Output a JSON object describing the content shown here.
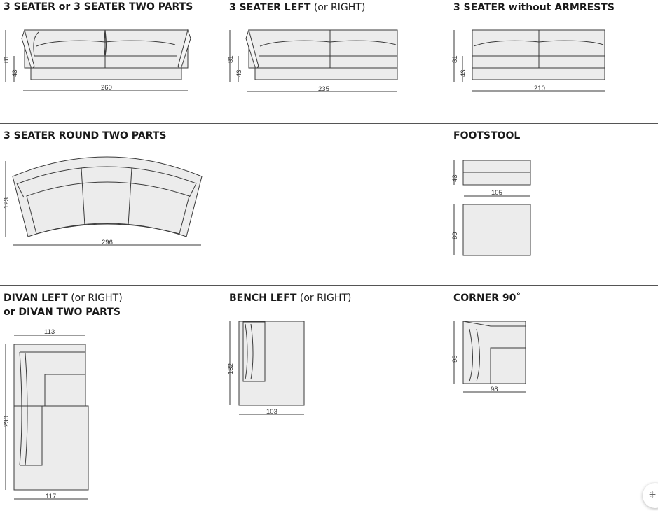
{
  "sections": {
    "seater_parts": {
      "title_bold": "3 SEATER or 3 SEATER TWO PARTS",
      "height": "81",
      "seat": "43",
      "width": "260"
    },
    "seater_left": {
      "title_bold": "3 SEATER LEFT",
      "title_regular": "(or RIGHT)",
      "height": "81",
      "seat": "43",
      "width": "235"
    },
    "seater_noarm": {
      "title_bold": "3 SEATER without ARMRESTS",
      "height": "81",
      "seat": "43",
      "width": "210"
    },
    "round": {
      "title_bold": "3 SEATER ROUND TWO PARTS",
      "depth": "123",
      "width": "296"
    },
    "footstool": {
      "title_bold": "FOOTSTOOL",
      "seat": "43",
      "width": "105",
      "depth": "80"
    },
    "divan": {
      "title_bold_1": "DIVAN LEFT",
      "title_regular": "(or RIGHT)",
      "title_bold_2": "or DIVAN TWO PARTS",
      "top_width": "113",
      "length": "230",
      "bottom_width": "117"
    },
    "bench": {
      "title_bold": "BENCH LEFT",
      "title_regular": "(or RIGHT)",
      "depth": "132",
      "width": "103"
    },
    "corner": {
      "title_bold": "CORNER 90˚",
      "depth": "98",
      "width": "98"
    }
  },
  "colors": {
    "fill": "#ececec",
    "line": "#3a3a3a",
    "divider": "#555555"
  },
  "fab_icon": "grid-icon"
}
